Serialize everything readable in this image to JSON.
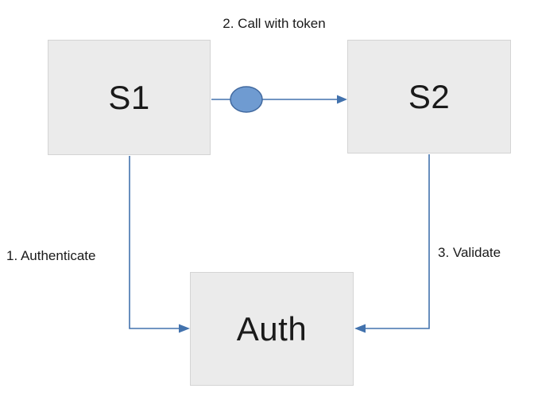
{
  "diagram": {
    "nodes": {
      "s1": {
        "label": "S1"
      },
      "s2": {
        "label": "S2"
      },
      "auth": {
        "label": "Auth"
      }
    },
    "edges": {
      "authenticate": {
        "label": "1. Authenticate",
        "from": "S1",
        "to": "Auth"
      },
      "call": {
        "label": "2. Call with token",
        "from": "S1",
        "to": "S2"
      },
      "validate": {
        "label": "3. Validate",
        "from": "S2",
        "to": "Auth"
      }
    },
    "colors": {
      "background": "#ffffff",
      "node_fill": "#ebebeb",
      "node_border": "#d4d4d4",
      "arrow": "#4272ad",
      "token_fill": "#6f9bd1",
      "token_border": "#41699f",
      "text": "#1a1a1a"
    }
  }
}
